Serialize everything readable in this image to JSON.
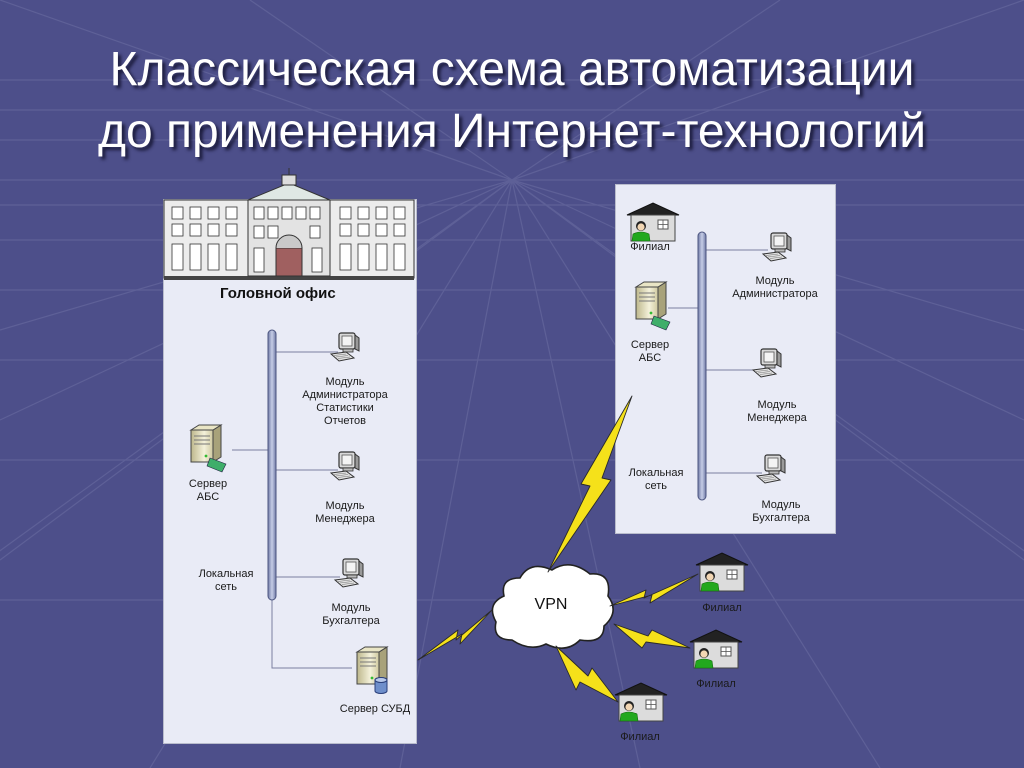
{
  "slide": {
    "title_line1": "Классическая схема автоматизации",
    "title_line2": "до применения Интернет-технологий"
  },
  "head_office": {
    "title": "Головной офис",
    "admin_module": [
      "Модуль",
      "Администратора",
      "Статистики",
      "Отчетов"
    ],
    "manager_module": [
      "Модуль",
      "Менеджера"
    ],
    "accountant_module": [
      "Модуль",
      "Бухгалтера"
    ],
    "abs_server": [
      "Сервер",
      "АБС"
    ],
    "local_network": [
      "Локальная",
      "сеть"
    ],
    "dbms_server": "Сервер СУБД"
  },
  "branch_office": {
    "branch": "Филиал",
    "abs_server": [
      "Сервер",
      "АБС"
    ],
    "admin_module": [
      "Модуль",
      "Администратора"
    ],
    "manager_module": [
      "Модуль",
      "Менеджера"
    ],
    "local_network": [
      "Локальная",
      "сеть"
    ],
    "accountant_module": [
      "Модуль",
      "Бухгалтера"
    ]
  },
  "vpn": {
    "label": "VPN"
  },
  "remote_branches": [
    "Филиал",
    "Филиал",
    "Филиал"
  ],
  "colors": {
    "background": "#4d4f8a",
    "panel": "#e9ebf6",
    "lightning": "#f5e11a",
    "person_green": "#22a81e",
    "bus_bar": "#9aa4c6"
  }
}
